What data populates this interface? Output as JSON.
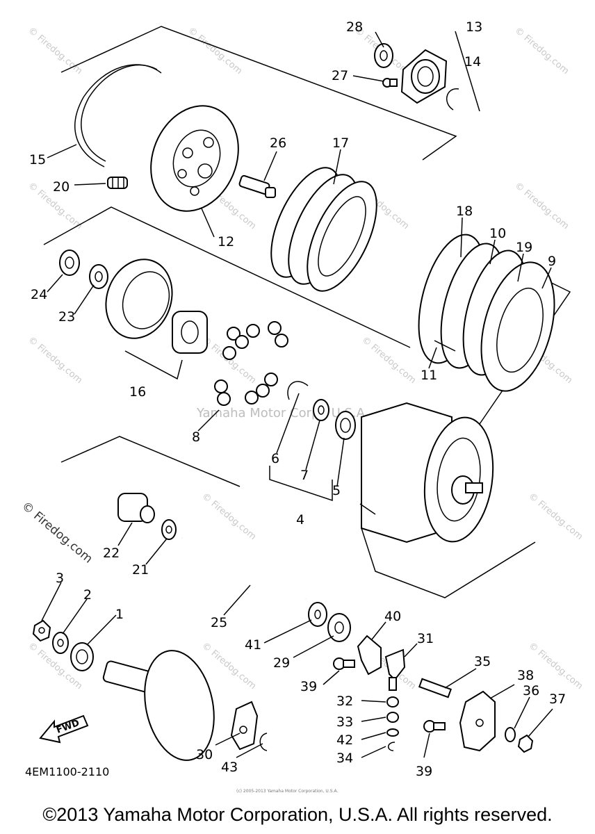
{
  "diagram": {
    "part_code": "4EM1100-2110",
    "copyright": "©2013 Yamaha Motor Corporation, U.S.A. All rights reserved.",
    "small_copyright": "(c) 2005-2013 Yamaha Motor Corporation, U.S.A.",
    "center_watermark": "Yamaha Motor Corp., U.S.A.",
    "side_watermark": "© Firedog.com",
    "watermark": "© Firedog.com",
    "fwd_label": "FWD",
    "callouts": {
      "c1": "1",
      "c2": "2",
      "c3": "3",
      "c4": "4",
      "c5": "5",
      "c6": "6",
      "c7": "7",
      "c8": "8",
      "c9": "9",
      "c10": "10",
      "c11": "11",
      "c12": "12",
      "c13": "13",
      "c14": "14",
      "c15": "15",
      "c16": "16",
      "c17": "17",
      "c18": "18",
      "c19": "19",
      "c20": "20",
      "c21": "21",
      "c22": "22",
      "c23": "23",
      "c24": "24",
      "c25": "25",
      "c26": "26",
      "c27": "27",
      "c28": "28",
      "c29": "29",
      "c30": "30",
      "c31": "31",
      "c32": "32",
      "c33": "33",
      "c34": "34",
      "c35": "35",
      "c36": "36",
      "c37": "37",
      "c38": "38",
      "c39a": "39",
      "c39b": "39",
      "c40": "40",
      "c41": "41",
      "c42": "42",
      "c43": "43"
    }
  }
}
